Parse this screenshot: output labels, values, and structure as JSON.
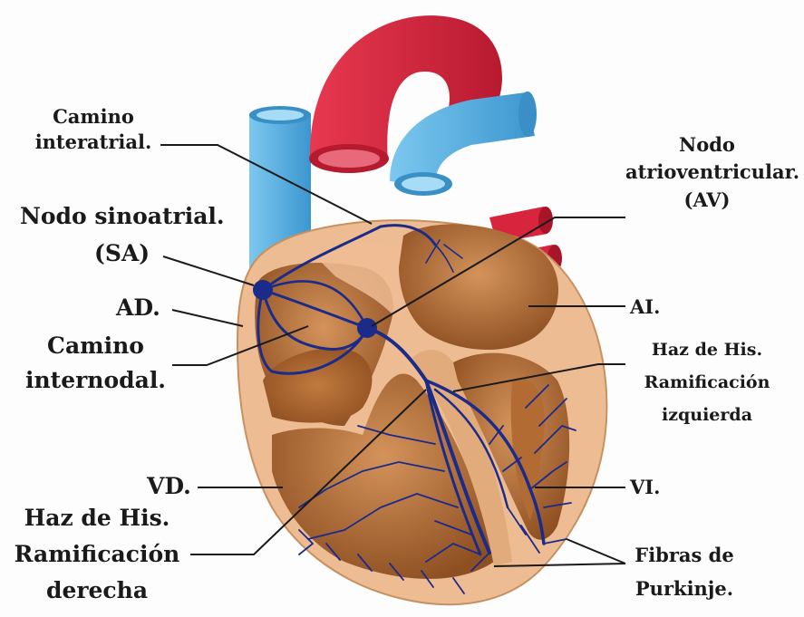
{
  "labels": {
    "camino_interatrial": [
      "Camino",
      "interatrial."
    ],
    "nodo_sinoatrial": "Nodo sinoatrial.",
    "sa": "(SA)",
    "ad": "AD.",
    "camino_internodal": [
      "Camino",
      "internodal."
    ],
    "vd": "VD.",
    "haz_derecha": [
      "Haz de His.",
      "Ramificación",
      "derecha"
    ],
    "nodo_av": [
      "Nodo",
      "atrioventricular.",
      "(AV)"
    ],
    "ai": "AI.",
    "haz_izquierda": [
      "Haz de His.",
      "Ramificación",
      "izquierda"
    ],
    "vi": "VI.",
    "purkinje": [
      "Fibras de",
      "Purkinje."
    ]
  },
  "colors": {
    "aorta": "#d8243c",
    "vena_cava": "#5ab6e6",
    "myocardium": "#a4622e",
    "pericardium": "#eebc93",
    "conduction": "#1b2b8a"
  }
}
